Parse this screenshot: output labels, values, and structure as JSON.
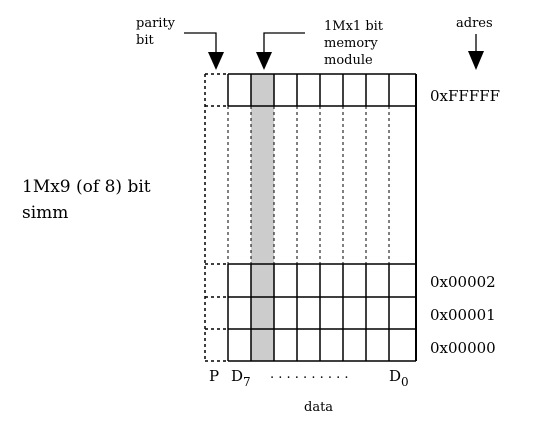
{
  "labels": {
    "parity_line1": "parity",
    "parity_line2": "bit",
    "module_line1": "1Mx1 bit",
    "module_line2": "memory",
    "module_line3": "module",
    "address_heading": "adres",
    "simm_line1": "1Mx9 (of 8) bit",
    "simm_line2": "simm",
    "data_caption": "data",
    "dots": ". . . . . . . . . ."
  },
  "addresses": {
    "top": "0xFFFFF",
    "row2": "0x00002",
    "row1": "0x00001",
    "row0": "0x00000"
  },
  "bit_labels": {
    "parity": "P",
    "msb_letter": "D",
    "msb_index": "7",
    "lsb_letter": "D",
    "lsb_index": "0"
  },
  "colors": {
    "highlight": "#cccccc",
    "line": "#000000"
  }
}
